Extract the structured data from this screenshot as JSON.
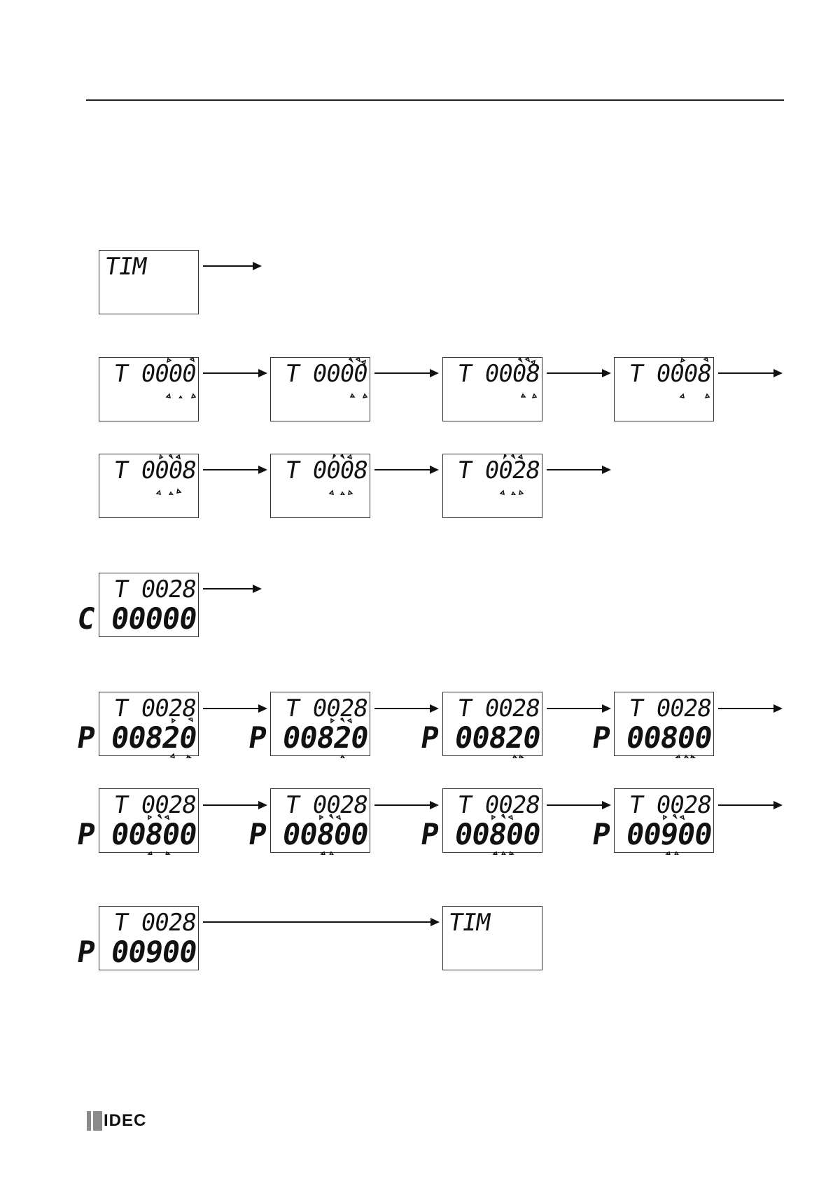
{
  "brand": {
    "name": "IDEC"
  },
  "screens": [
    {
      "id": "s1",
      "left": "TIM"
    },
    {
      "id": "s2",
      "top": "T 0000"
    },
    {
      "id": "s3",
      "top": "T 0000"
    },
    {
      "id": "s4",
      "top": "T 0008"
    },
    {
      "id": "s5",
      "top": "T 0008"
    },
    {
      "id": "s6",
      "top": "T 0008"
    },
    {
      "id": "s7",
      "top": "T 0008"
    },
    {
      "id": "s8",
      "top": "T 0028"
    },
    {
      "id": "s9",
      "top": "T 0028",
      "bot": "C 00000"
    },
    {
      "id": "s10",
      "top": "T 0028",
      "bot": "P 00820"
    },
    {
      "id": "s11",
      "top": "T 0028",
      "bot": "P 00820"
    },
    {
      "id": "s12",
      "top": "T 0028",
      "bot": "P 00820"
    },
    {
      "id": "s13",
      "top": "T 0028",
      "bot": "P 00800"
    },
    {
      "id": "s14",
      "top": "T 0028",
      "bot": "P 00800"
    },
    {
      "id": "s15",
      "top": "T 0028",
      "bot": "P 00800"
    },
    {
      "id": "s16",
      "top": "T 0028",
      "bot": "P 00800"
    },
    {
      "id": "s17",
      "top": "T 0028",
      "bot": "P 00900"
    },
    {
      "id": "s18",
      "top": "T 0028",
      "bot": "P 00900"
    },
    {
      "id": "s19",
      "left": "TIM"
    }
  ],
  "blinking_digits": [
    {
      "screen": "s2",
      "line": "top",
      "digit_index": 4
    },
    {
      "screen": "s3",
      "line": "top",
      "digit_index": 4
    },
    {
      "screen": "s4",
      "line": "top",
      "digit_index": 4
    },
    {
      "screen": "s5",
      "line": "top",
      "digit_index": 4
    },
    {
      "screen": "s6",
      "line": "top",
      "digit_index": 3
    },
    {
      "screen": "s7",
      "line": "top",
      "digit_index": 3
    },
    {
      "screen": "s8",
      "line": "top",
      "digit_index": 3
    },
    {
      "screen": "s10",
      "line": "bot",
      "digit_index": 5
    },
    {
      "screen": "s11",
      "line": "bot",
      "digit_index": 4
    },
    {
      "screen": "s12",
      "line": "bot",
      "digit_index": 4
    },
    {
      "screen": "s13",
      "line": "bot",
      "digit_index": 4
    },
    {
      "screen": "s14",
      "line": "bot",
      "digit_index": 3
    },
    {
      "screen": "s15",
      "line": "bot",
      "digit_index": 3
    },
    {
      "screen": "s16",
      "line": "bot",
      "digit_index": 3
    },
    {
      "screen": "s17",
      "line": "bot",
      "digit_index": 3
    }
  ]
}
